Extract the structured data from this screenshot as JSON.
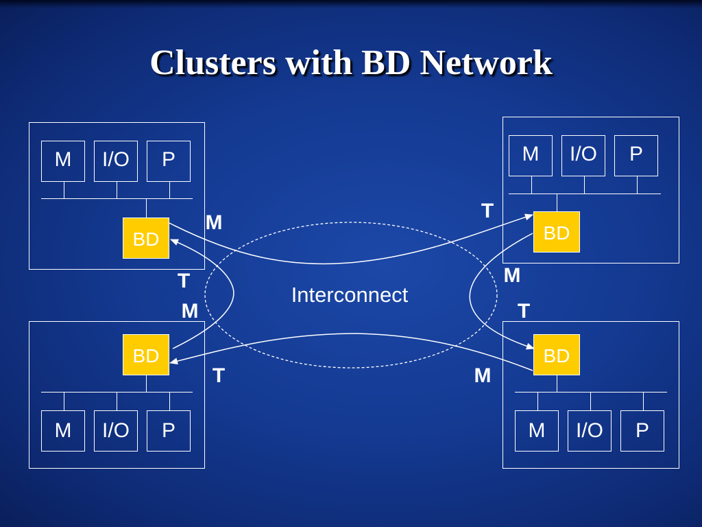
{
  "title": "Clusters with BD Network",
  "interconnect_label": "Interconnect",
  "components": {
    "m": "M",
    "io": "I/O",
    "p": "P",
    "bd": "BD"
  },
  "port_labels": {
    "top_left_m": "M",
    "left_t_upper": "T",
    "left_m_lower": "M",
    "bottom_left_t": "T",
    "top_right_t": "T",
    "right_m_upper": "M",
    "right_t_lower": "T",
    "bottom_right_m": "M"
  },
  "colors": {
    "bd_fill": "#ffcc00",
    "line": "#ffffff",
    "background": "#143a92"
  }
}
